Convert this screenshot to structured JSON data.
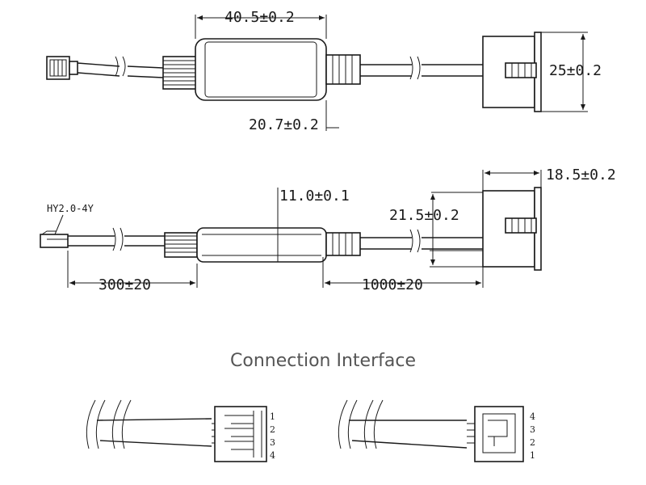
{
  "top_view": {
    "module_length": "40.5±0.2",
    "module_width": "20.7±0.2",
    "port_height": "25±0.2"
  },
  "side_view": {
    "connector_model": "HY2.0-4Y",
    "module_thickness": "11.0±0.1",
    "port_depth": "21.5±0.2",
    "port_width": "18.5±0.2",
    "cable_length_left": "300±20",
    "cable_length_right": "1000±20"
  },
  "section_title": "Connection Interface",
  "connector_left": {
    "pins": [
      "1",
      "2",
      "3",
      "4"
    ]
  },
  "connector_right": {
    "pins": [
      "4",
      "3",
      "2",
      "1"
    ]
  }
}
